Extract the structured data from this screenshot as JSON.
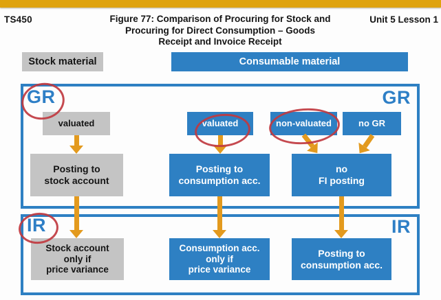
{
  "slide": {
    "course_code": "TS450",
    "figure_title": "Figure 77: Comparison of Procuring for Stock and\nProcuring for Direct Consumption – Goods\nReceipt and Invoice Receipt",
    "unit_lesson": "Unit 5 Lesson 1"
  },
  "column_headers": {
    "stock_material": "Stock material",
    "consumable_material": "Consumable material"
  },
  "gr_section": {
    "label_left": "GR",
    "label_right": "GR",
    "boxes": {
      "stock_valuated": "valuated",
      "consumable_valuated": "valuated",
      "consumable_non_valuated": "non-valuated",
      "consumable_no_gr": "no GR",
      "posting_stock": "Posting to\nstock account",
      "posting_consumption": "Posting to\nconsumption acc.",
      "no_fi_posting": "no\nFI posting"
    }
  },
  "ir_section": {
    "label_left": "IR",
    "label_right": "IR",
    "boxes": {
      "stock_account_variance": "Stock account\nonly if\nprice variance",
      "consumption_variance": "Consumption acc.\nonly if\nprice variance",
      "posting_consumption": "Posting to\nconsumption acc."
    }
  },
  "annotations": {
    "red_circled_items": [
      "GR",
      "valuated",
      "non-valuated",
      "IR"
    ]
  },
  "colors": {
    "accent_bar_orange": "#DFA30D",
    "arrow_orange": "#E39A1E",
    "brand_blue": "#2E80C3",
    "box_gray": "#C4C4C4",
    "section_label_blue": "#2E7FC6",
    "annotation_red": "#C03A40"
  }
}
